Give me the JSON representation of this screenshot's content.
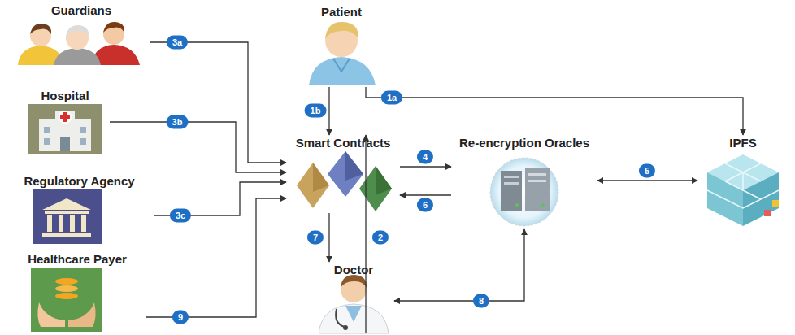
{
  "diagram": {
    "nodes": [
      {
        "text": [
          "Guardians"
        ]
      },
      {
        "text": [
          "Patient"
        ]
      },
      {
        "text": [
          "Hospital"
        ]
      },
      {
        "text": [
          "Smart Contracts"
        ]
      },
      {
        "text": [
          "Re-encryption Oracles"
        ]
      },
      {
        "text": [
          "IPFS"
        ]
      },
      {
        "text": [
          "Regulatory Agency"
        ]
      },
      {
        "text": [
          "Healthcare Payer"
        ]
      },
      {
        "text": [
          "Doctor"
        ]
      }
    ],
    "edges": [
      {
        "from": 0,
        "to": 3,
        "arrow": "to",
        "label": "3a"
      },
      {
        "from": 1,
        "to": 3,
        "arrow": "to",
        "label": "1b"
      },
      {
        "from": 1,
        "to": 5,
        "arrow": "to",
        "label": "1a"
      },
      {
        "from": 2,
        "to": 3,
        "arrow": "to",
        "label": "3b"
      },
      {
        "from": 3,
        "to": 4,
        "arrow": "to",
        "label": "4"
      },
      {
        "from": 4,
        "to": 5,
        "arrow": "both",
        "label": "5"
      },
      {
        "from": 4,
        "to": 3,
        "arrow": "to",
        "label": "6"
      },
      {
        "from": 6,
        "to": 3,
        "arrow": "to",
        "label": "3c"
      },
      {
        "from": 3,
        "to": 8,
        "arrow": "to",
        "label": "7"
      },
      {
        "from": 8,
        "to": 3,
        "arrow": "to",
        "label": "2"
      },
      {
        "from": 7,
        "to": 3,
        "arrow": "to",
        "label": "9"
      },
      {
        "from": 4,
        "to": 8,
        "arrow": "both",
        "label": "8"
      }
    ]
  }
}
